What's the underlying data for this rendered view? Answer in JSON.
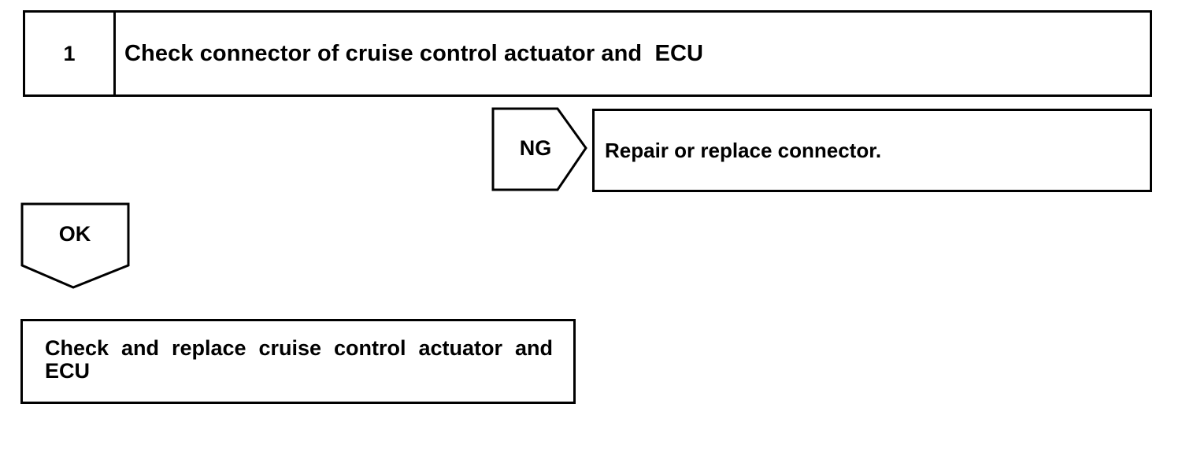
{
  "step": {
    "number": "1",
    "title": "Check connector of cruise control actuator and  ECU"
  },
  "ng_branch": {
    "label": "NG",
    "action": "Repair or replace connector."
  },
  "ok_branch": {
    "label": "OK",
    "action": "Check and replace cruise control actuator and ECU"
  }
}
